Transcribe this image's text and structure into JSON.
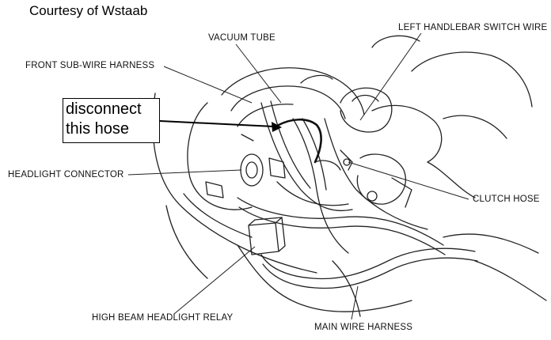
{
  "credit": "Courtesy of Wstaab",
  "callout": {
    "line1": "disconnect",
    "line2": "this hose"
  },
  "labels": {
    "vacuum_tube": "VACUUM TUBE",
    "left_handlebar_switch_wire": "LEFT HANDLEBAR SWITCH WIRE",
    "front_sub_wire_harness": "FRONT SUB-WIRE HARNESS",
    "headlight_connector": "HEADLIGHT CONNECTOR",
    "clutch_hose": "CLUTCH HOSE",
    "high_beam_headlight_relay": "HIGH BEAM HEADLIGHT RELAY",
    "main_wire_harness": "MAIN WIRE HARNESS"
  },
  "colors": {
    "ink": "#111111",
    "background": "#ffffff"
  }
}
